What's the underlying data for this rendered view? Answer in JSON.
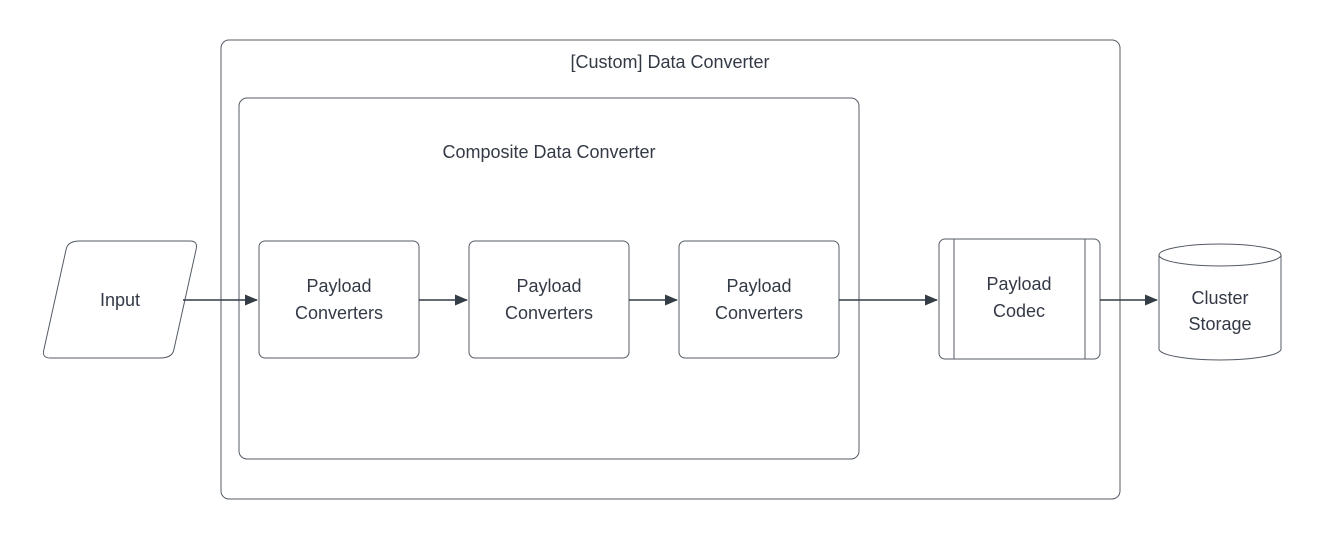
{
  "colors": {
    "background": "#ffffff",
    "stroke": "#545b64",
    "arrow": "#343c46",
    "text": "#333a46"
  },
  "diagram": {
    "outer_group": {
      "title": "[Custom] Data Converter"
    },
    "inner_group": {
      "title": "Composite Data Converter"
    },
    "nodes": {
      "input": {
        "label": "Input"
      },
      "converter1": {
        "line1": "Payload",
        "line2": "Converters"
      },
      "converter2": {
        "line1": "Payload",
        "line2": "Converters"
      },
      "converter3": {
        "line1": "Payload",
        "line2": "Converters"
      },
      "codec": {
        "line1": "Payload",
        "line2": "Codec"
      },
      "storage": {
        "line1": "Cluster",
        "line2": "Storage"
      }
    },
    "edges": [
      {
        "from": "input",
        "to": "converter1"
      },
      {
        "from": "converter1",
        "to": "converter2"
      },
      {
        "from": "converter2",
        "to": "converter3"
      },
      {
        "from": "converter3",
        "to": "codec"
      },
      {
        "from": "codec",
        "to": "storage"
      }
    ]
  }
}
